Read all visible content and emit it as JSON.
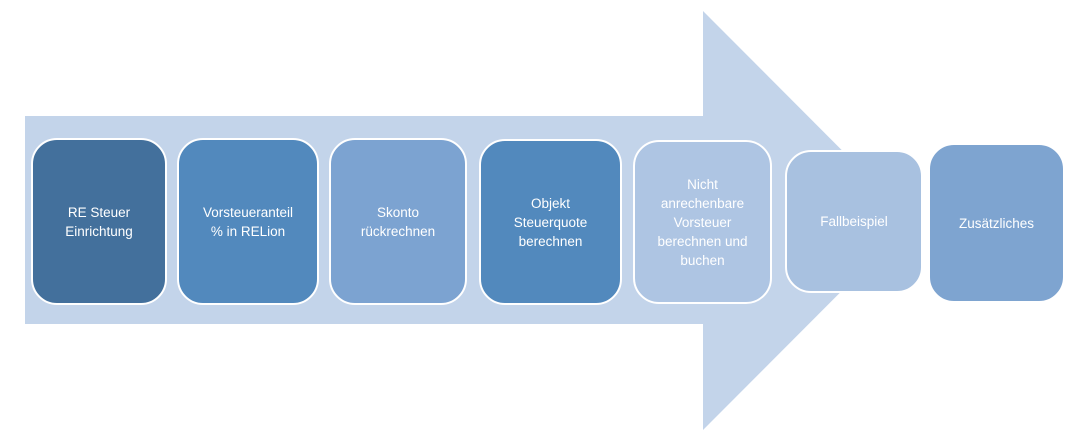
{
  "diagram": {
    "type": "process-arrow",
    "background_color": "#ffffff",
    "arrow": {
      "direction": "right",
      "color": "#c3d4ea"
    },
    "text_color": "#ffffff",
    "steps": [
      {
        "label": "RE Steuer\nEinrichtung",
        "color": "#43709c"
      },
      {
        "label": "Vorsteueranteil\n% in RELion",
        "color": "#5289bd"
      },
      {
        "label": "Skonto\nrückrechnen",
        "color": "#7ca3d1"
      },
      {
        "label": "Objekt\nSteuerquote\nberechnen",
        "color": "#5289bd"
      },
      {
        "label": "Nicht\nanrechenbare\nVorsteuer\nberechnen und\nbuchen",
        "color": "#aec5e3"
      },
      {
        "label": "Fallbeispiel",
        "color": "#a8c1e0"
      },
      {
        "label": "Zusätzliches",
        "color": "#7ea4d0"
      }
    ]
  }
}
